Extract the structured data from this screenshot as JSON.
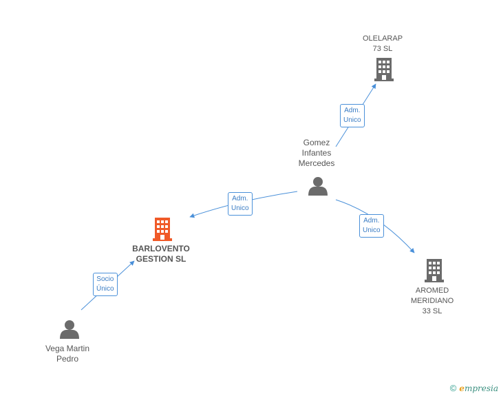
{
  "colors": {
    "edge": "#4a90d9",
    "company": "#6b6b6b",
    "company_main": "#f05a28",
    "person": "#6b6b6b"
  },
  "nodes": {
    "olelarap": {
      "line1": "OLELARAP",
      "line2": "73  SL",
      "icon": "building-icon"
    },
    "gomez": {
      "line1": "Gomez",
      "line2": "Infantes",
      "line3": "Mercedes",
      "icon": "person-icon"
    },
    "barlovento": {
      "line1": "BARLOVENTO",
      "line2": "GESTION SL",
      "icon": "building-icon"
    },
    "aromed": {
      "line1": "AROMED",
      "line2": "MERIDIANO",
      "line3": "33 SL",
      "icon": "building-icon"
    },
    "vega": {
      "line1": "Vega Martin",
      "line2": "Pedro",
      "icon": "person-icon"
    }
  },
  "edges": {
    "gomez_olelarap": {
      "line1": "Adm.",
      "line2": "Unico"
    },
    "gomez_barlovento": {
      "line1": "Adm.",
      "line2": "Unico"
    },
    "gomez_aromed": {
      "line1": "Adm.",
      "line2": "Unico"
    },
    "vega_barlovento": {
      "line1": "Socio",
      "line2": "Único"
    }
  },
  "footer": {
    "copyright": "©",
    "brand_first": "e",
    "brand_rest": "mpresia"
  }
}
